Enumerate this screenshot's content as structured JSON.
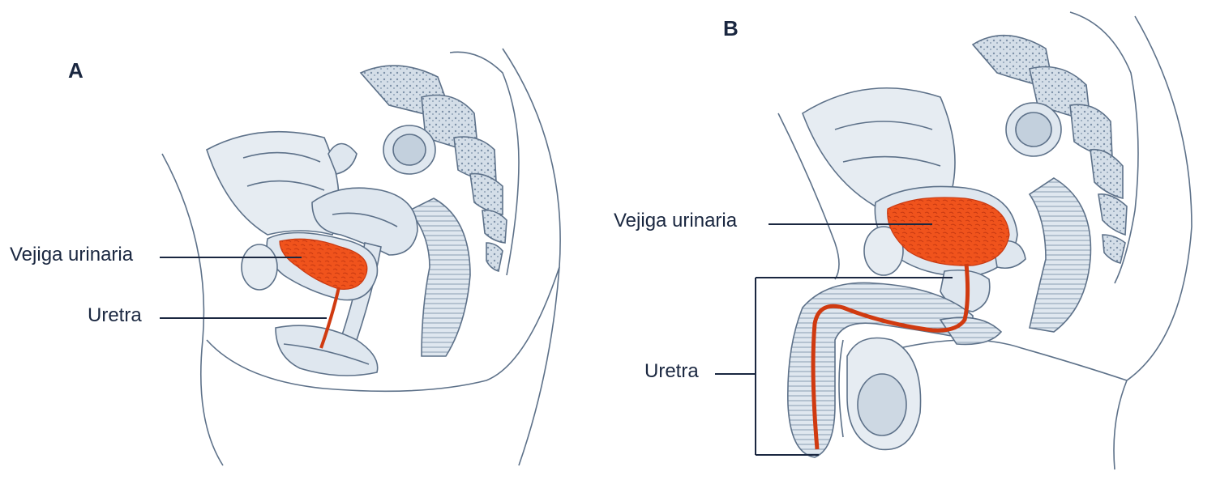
{
  "panels": [
    {
      "letter": "A",
      "labels": {
        "bladder": "Vejiga urinaria",
        "urethra": "Uretra"
      }
    },
    {
      "letter": "B",
      "labels": {
        "bladder": "Vejiga urinaria",
        "urethra": "Uretra"
      }
    }
  ],
  "colors": {
    "outline": "#5d7189",
    "tissue_fill": "#dfe7ef",
    "tissue_shade": "#b7c6d5",
    "bone_fill": "#c9d5e0",
    "bladder": "#f0531c",
    "bladder_dark": "#c93a12",
    "leader": "#1a2740"
  }
}
